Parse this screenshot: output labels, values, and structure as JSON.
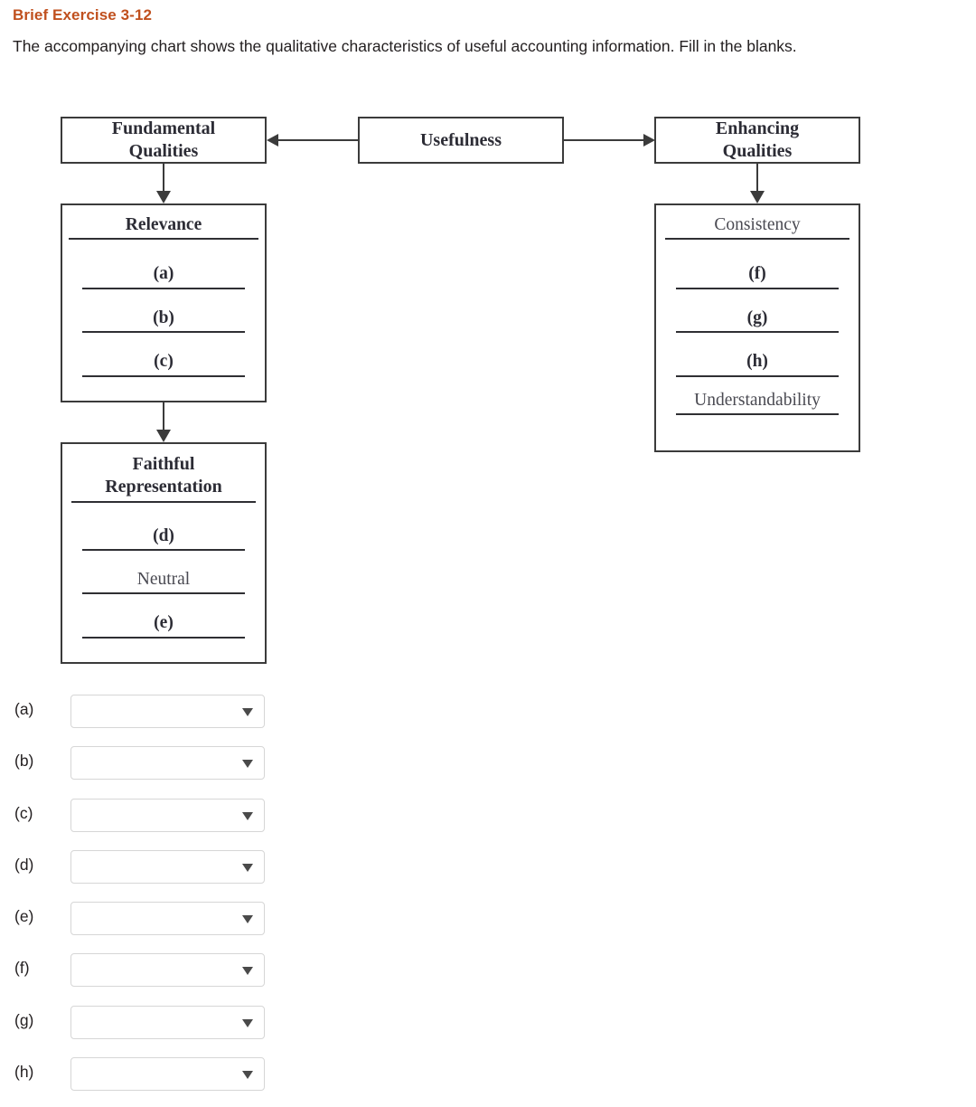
{
  "header": {
    "title": "Brief Exercise 3-12",
    "prompt": "The accompanying chart shows the qualitative characteristics of useful accounting information. Fill in the blanks."
  },
  "diagram": {
    "usefulness": {
      "title": "Usefulness"
    },
    "fundamental": {
      "title": "Fundamental\nQualities"
    },
    "enhancing": {
      "title": "Enhancing\nQualities"
    },
    "relevance": {
      "title": "Relevance",
      "slots": [
        "(a)",
        "(b)",
        "(c)"
      ]
    },
    "faithful": {
      "title": "Faithful\nRepresentation",
      "slots": [
        "(d)",
        "Neutral",
        "(e)"
      ]
    },
    "enhancing_list": {
      "title": "Consistency",
      "slots": [
        "(f)",
        "(g)",
        "(h)",
        "Understandability"
      ]
    },
    "titles_flat": {
      "usefulness": "Usefulness",
      "fundamental_line1": "Fundamental",
      "fundamental_line2": "Qualities",
      "enhancing_line1": "Enhancing",
      "enhancing_line2": "Qualities",
      "relevance": "Relevance",
      "faithful_line1": "Faithful",
      "faithful_line2": "Representation",
      "consistency": "Consistency",
      "understandability": "Understandability",
      "neutral": "Neutral",
      "a": "(a)",
      "b": "(b)",
      "c": "(c)",
      "d": "(d)",
      "e": "(e)",
      "f": "(f)",
      "g": "(g)",
      "h": "(h)"
    }
  },
  "answers": {
    "rows": [
      {
        "label": "(a)",
        "value": ""
      },
      {
        "label": "(b)",
        "value": ""
      },
      {
        "label": "(c)",
        "value": ""
      },
      {
        "label": "(d)",
        "value": ""
      },
      {
        "label": "(e)",
        "value": ""
      },
      {
        "label": "(f)",
        "value": ""
      },
      {
        "label": "(g)",
        "value": ""
      },
      {
        "label": "(h)",
        "value": ""
      }
    ]
  },
  "colors": {
    "title_accent": "#c0501e",
    "box_border": "#3b3b3b",
    "rule": "#2f2f33",
    "select_border": "#d6d6d6"
  }
}
